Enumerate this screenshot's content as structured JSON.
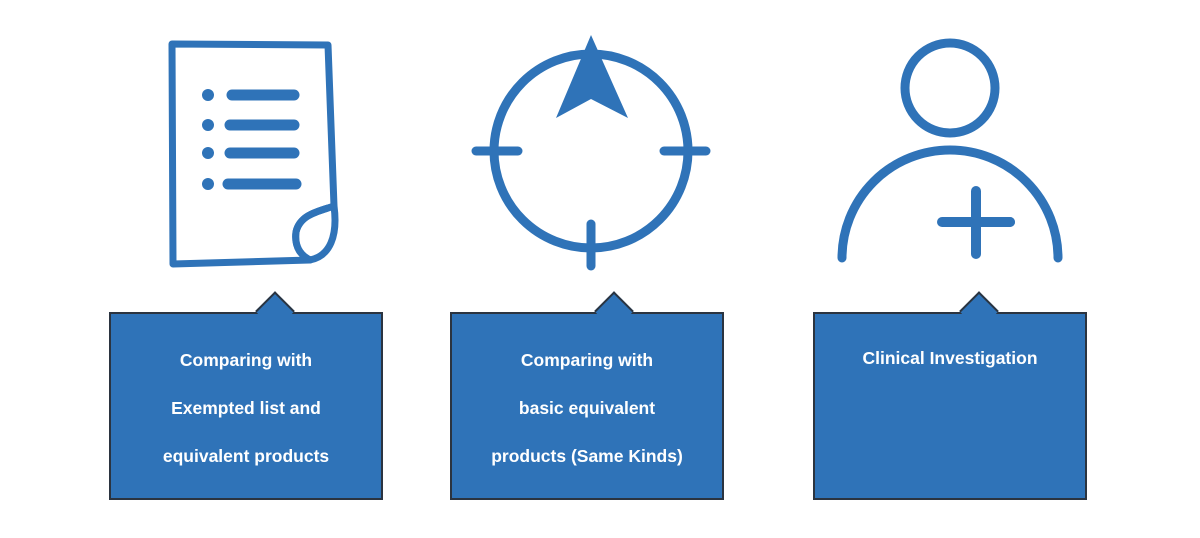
{
  "accent_color": "#2f73b8",
  "border_color": "#2b3440",
  "columns": [
    {
      "icon": "document-list-icon",
      "lines": [
        "Comparing with",
        "Exempted list and",
        "equivalent products"
      ]
    },
    {
      "icon": "compass-target-icon",
      "lines": [
        "Comparing with",
        "basic equivalent",
        "products (Same Kinds)"
      ]
    },
    {
      "icon": "user-add-icon",
      "lines": [
        "Clinical Investigation"
      ]
    }
  ]
}
